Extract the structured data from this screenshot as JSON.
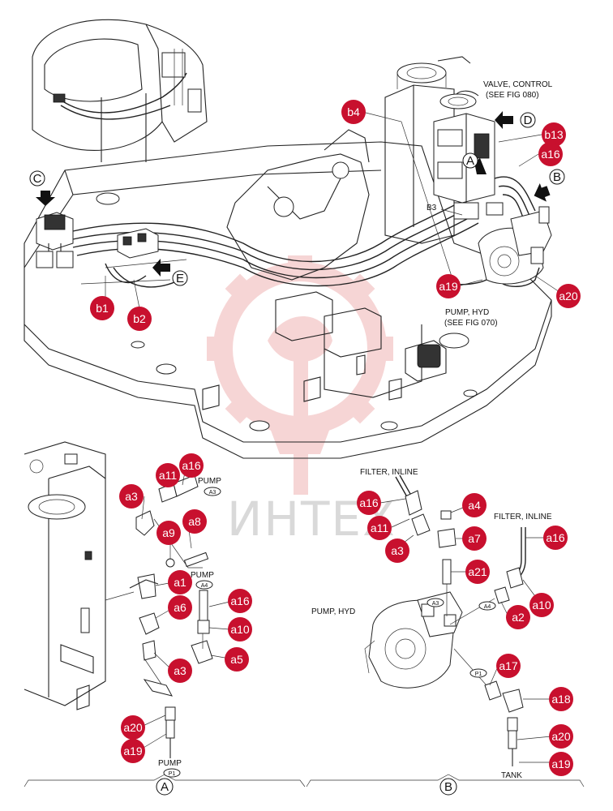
{
  "labels": {
    "valve_control": "VALVE, CONTROL",
    "valve_control_ref": "(SEE FIG 080)",
    "pump_hyd_main": "PUMP, HYD",
    "pump_hyd_main_ref": "(SEE FIG 070)",
    "b3": "B3",
    "pump_a3": "PUMP",
    "pump_a4": "PUMP",
    "pump_p1": "PUMP",
    "filter_inline_1": "FILTER, INLINE",
    "filter_inline_2": "FILTER, INLINE",
    "pump_hyd_detail": "PUMP, HYD",
    "tank": "TANK",
    "port_a3_left": "A3",
    "port_a4_left": "A4",
    "port_p1_left": "P1",
    "port_a3_right": "A3",
    "port_a4_right": "A4",
    "port_p1_right": "P1"
  },
  "view_letters": {
    "a_main": "A",
    "b_main": "B",
    "c_main": "C",
    "d_main": "D",
    "e_main": "E",
    "a_bottom": "A",
    "b_bottom": "B"
  },
  "callouts": {
    "b1": "b1",
    "b2": "b2",
    "b4": "b4",
    "b13": "b13",
    "a16_top": "a16",
    "a19_top": "a19",
    "a20_top": "a20",
    "a3_l1": "a3",
    "a11_l": "a11",
    "a16_l1": "a16",
    "a8_l": "a8",
    "a9_l": "a9",
    "a1_l": "a1",
    "a6_l": "a6",
    "a16_l2": "a16",
    "a10_l": "a10",
    "a5_l": "a5",
    "a3_l2": "a3",
    "a20_l": "a20",
    "a19_l": "a19",
    "a16_r1": "a16",
    "a4_r": "a4",
    "a11_r": "a11",
    "a3_r": "a3",
    "a7_r": "a7",
    "a16_r2": "a16",
    "a21_r": "a21",
    "a10_r": "a10",
    "a2_r": "a2",
    "a17_r": "a17",
    "a18_r": "a18",
    "a20_r": "a20",
    "a19_r": "a19"
  },
  "watermark": "ИНТЕХ",
  "colors": {
    "callout": "#c8102e",
    "watermark_gear": "#f3c5c5",
    "line": "#222222"
  }
}
